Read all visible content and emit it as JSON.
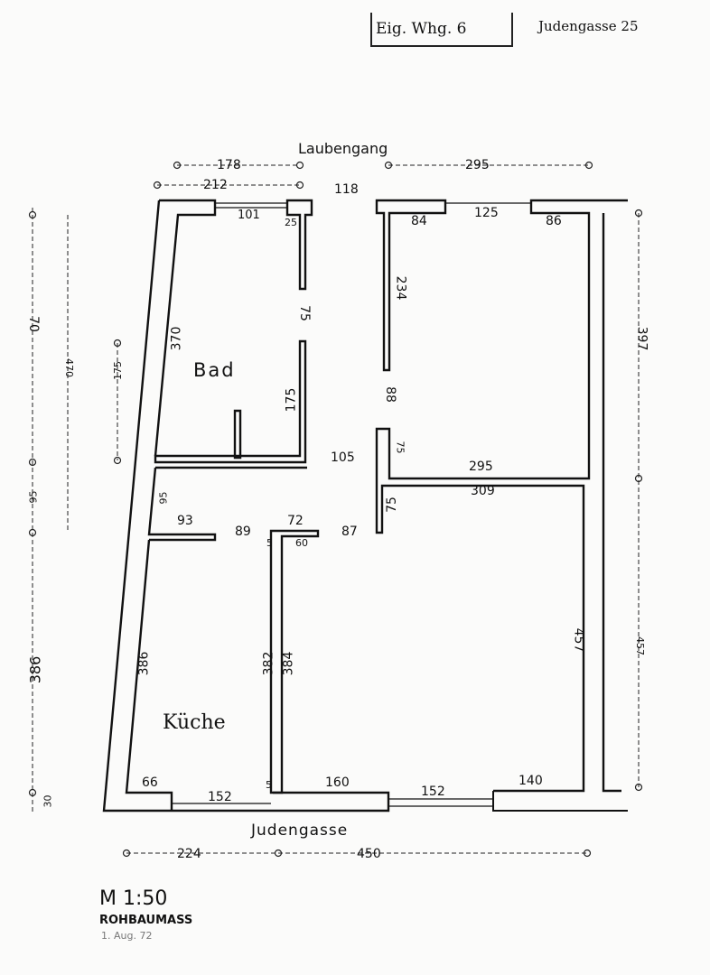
{
  "header": {
    "unit_label": "Eig. Whg. 6",
    "address": "Judengasse 25"
  },
  "streets": {
    "top": "Laubengang",
    "bottom": "Judengasse"
  },
  "rooms": {
    "bath": "Bad",
    "kitchen": "Küche"
  },
  "footer": {
    "scale": "M 1:50",
    "note": "ROHBAUMASS",
    "date": "1. Aug. 72"
  },
  "dimensions": {
    "top_178": "178",
    "top_212": "212",
    "top_118": "118",
    "top_295": "295",
    "wall_101": "101",
    "wall_25": "25",
    "wall_84": "84",
    "wall_125": "125",
    "wall_86": "86",
    "bath_370": "370",
    "bath_75": "75",
    "bath_175": "175",
    "room_234": "234",
    "room_88": "88",
    "room_75a": "75",
    "room_295": "295",
    "room_309": "309",
    "room_75b": "75",
    "mid_105": "105",
    "mid_95": "95",
    "mid_93": "93",
    "mid_89": "89",
    "mid_72": "72",
    "mid_60": "60",
    "mid_5a": "5",
    "mid_87": "87",
    "kitchen_386": "386",
    "kitchen_382": "382",
    "kitchen_384": "384",
    "room_457": "457",
    "bottom_66": "66",
    "bottom_152a": "152",
    "bottom_5": "5",
    "bottom_160": "160",
    "bottom_152b": "152",
    "bottom_140": "140",
    "bottom_224": "224",
    "bottom_450": "450",
    "left_70": "70",
    "left_470": "470",
    "left_175": "175",
    "left_95": "95",
    "left_386": "386",
    "left_30": "30",
    "right_397": "397",
    "right_457": "457"
  }
}
